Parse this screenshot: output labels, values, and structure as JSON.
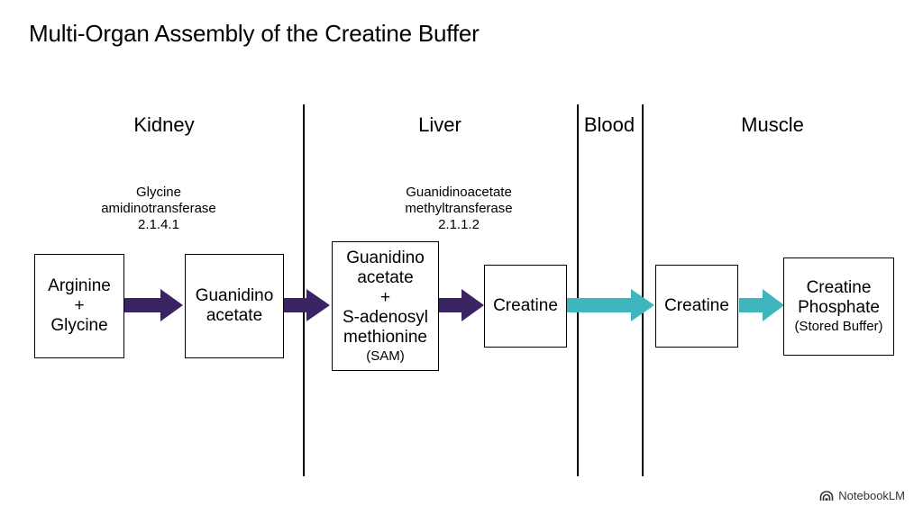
{
  "title": "Multi-Organ Assembly of the Creatine Buffer",
  "regions": {
    "kidney": "Kidney",
    "liver": "Liver",
    "blood": "Blood",
    "muscle": "Muscle"
  },
  "enzymes": {
    "kidney": [
      "Glycine",
      "amidinotransferase",
      "2.1.4.1"
    ],
    "liver": [
      "Guanidinoacetate",
      "methyltransferase",
      "2.1.1.2"
    ]
  },
  "boxes": {
    "arginine_glycine": [
      "Arginine",
      "+",
      "Glycine"
    ],
    "guanidinoacetate_kidney": [
      "Guanidino",
      "acetate"
    ],
    "guanidinoacetate_sam": [
      "Guanidino",
      "acetate",
      "+",
      "S-adenosyl",
      "methionine",
      "(SAM)"
    ],
    "creatine_liver": "Creatine",
    "creatine_muscle": "Creatine",
    "creatine_phosphate": [
      "Creatine",
      "Phosphate",
      "(Stored Buffer)"
    ]
  },
  "colors": {
    "purple_arrow": "#3b2463",
    "teal_arrow": "#3fb5bd"
  },
  "brand": {
    "icon": "notebooklm-logo-icon",
    "label": "NotebookLM"
  }
}
